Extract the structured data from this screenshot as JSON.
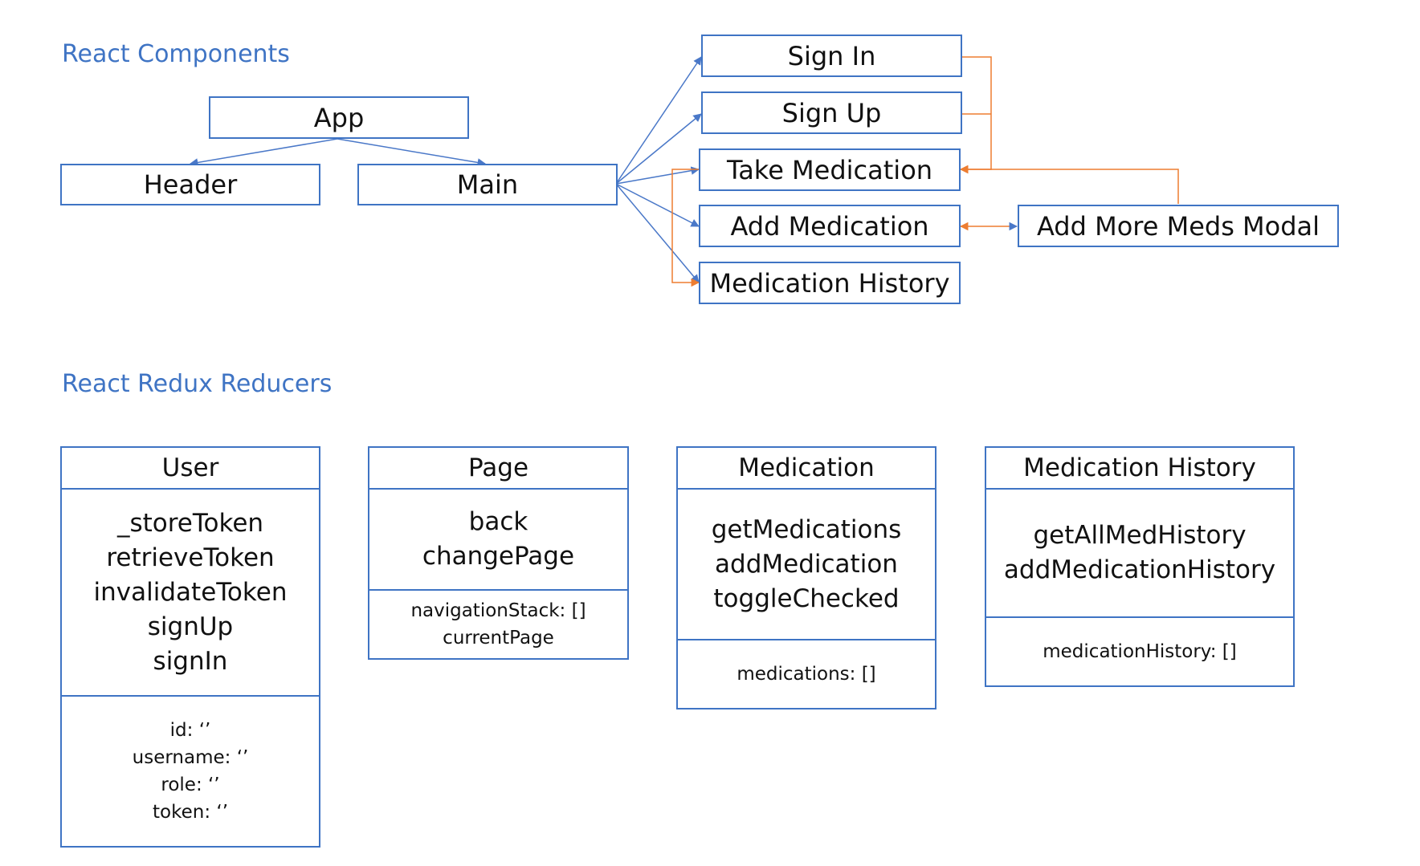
{
  "components_title": "React Components",
  "reducers_title": "React Redux Reducers",
  "components": {
    "app": "App",
    "header": "Header",
    "main": "Main",
    "sign_in": "Sign In",
    "sign_up": "Sign Up",
    "take_medication": "Take Medication",
    "add_medication": "Add Medication",
    "medication_history": "Medication History",
    "add_more_meds_modal": "Add More Meds Modal"
  },
  "reducers": [
    {
      "name": "User",
      "methods": [
        "_storeToken",
        "retrieveToken",
        "invalidateToken",
        "signUp",
        "signIn"
      ],
      "state": [
        "id: ‘’",
        "username: ‘’",
        "role: ‘’",
        "token: ‘’"
      ]
    },
    {
      "name": "Page",
      "methods": [
        "back",
        "changePage"
      ],
      "state": [
        "navigationStack: []",
        "currentPage"
      ]
    },
    {
      "name": "Medication",
      "methods": [
        "getMedications",
        "addMedication",
        "toggleChecked"
      ],
      "state": [
        "medications: []"
      ]
    },
    {
      "name": "Medication History",
      "methods": [
        "getAllMedHistory",
        "addMedicationHistory"
      ],
      "state": [
        "medicationHistory: []"
      ]
    }
  ],
  "colors": {
    "border": "#3f74c4",
    "title": "#3f74c4",
    "hierarchy_arrow": "#4a78c8",
    "navigation_arrow": "#ed7d31"
  }
}
